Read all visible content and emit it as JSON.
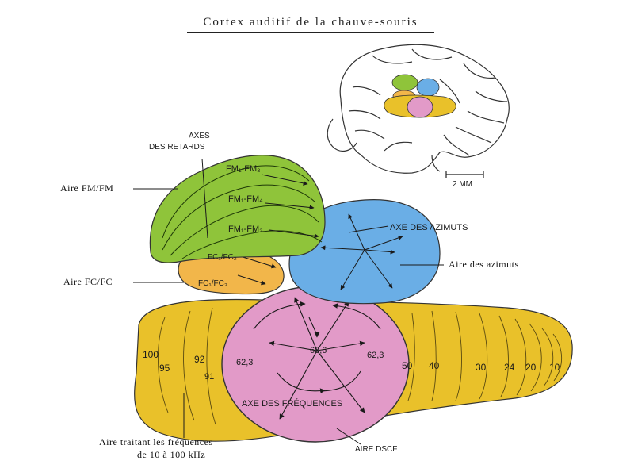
{
  "title": "Cortex auditif de la chauve-souris",
  "scale_bar": "2 MM",
  "areas": {
    "fm_fm": "Aire FM/FM",
    "fc_fc": "Aire FC/FC",
    "azimuts": "Aire des azimuts",
    "freq_line1": "Aire traitant les fréquences",
    "freq_line2": "de 10 à 100 kHz",
    "dscf": "AIRE DSCF"
  },
  "axes": {
    "retards_line1": "AXES",
    "retards_line2": "DES RETARDS",
    "azimuts": "AXE DES AZIMUTS",
    "frequences": "AXE DES FRÉQUENCES"
  },
  "fm_labels": {
    "fm1": "FM₁-FM₃",
    "fm2": "FM₁-FM₄",
    "fm3": "FM₁-FM₂"
  },
  "fc_labels": {
    "fc1": "FC₁/FC₃",
    "fc2": "FC₁/FC₂"
  },
  "frequency_values": {
    "v100": "100",
    "v95": "95",
    "v92": "92",
    "v91": "91",
    "v623_left": "62,3",
    "v606": "60,6",
    "v623_right": "62,3",
    "v50": "50",
    "v40": "40",
    "v30": "30",
    "v24": "24",
    "v20": "20",
    "v10": "10"
  },
  "colors": {
    "fm_green": "#8fc43a",
    "fc_orange": "#f2b64a",
    "azimuts_blue": "#6aaee6",
    "freq_yellow": "#e9c12a",
    "dscf_pink": "#e29ac8"
  }
}
